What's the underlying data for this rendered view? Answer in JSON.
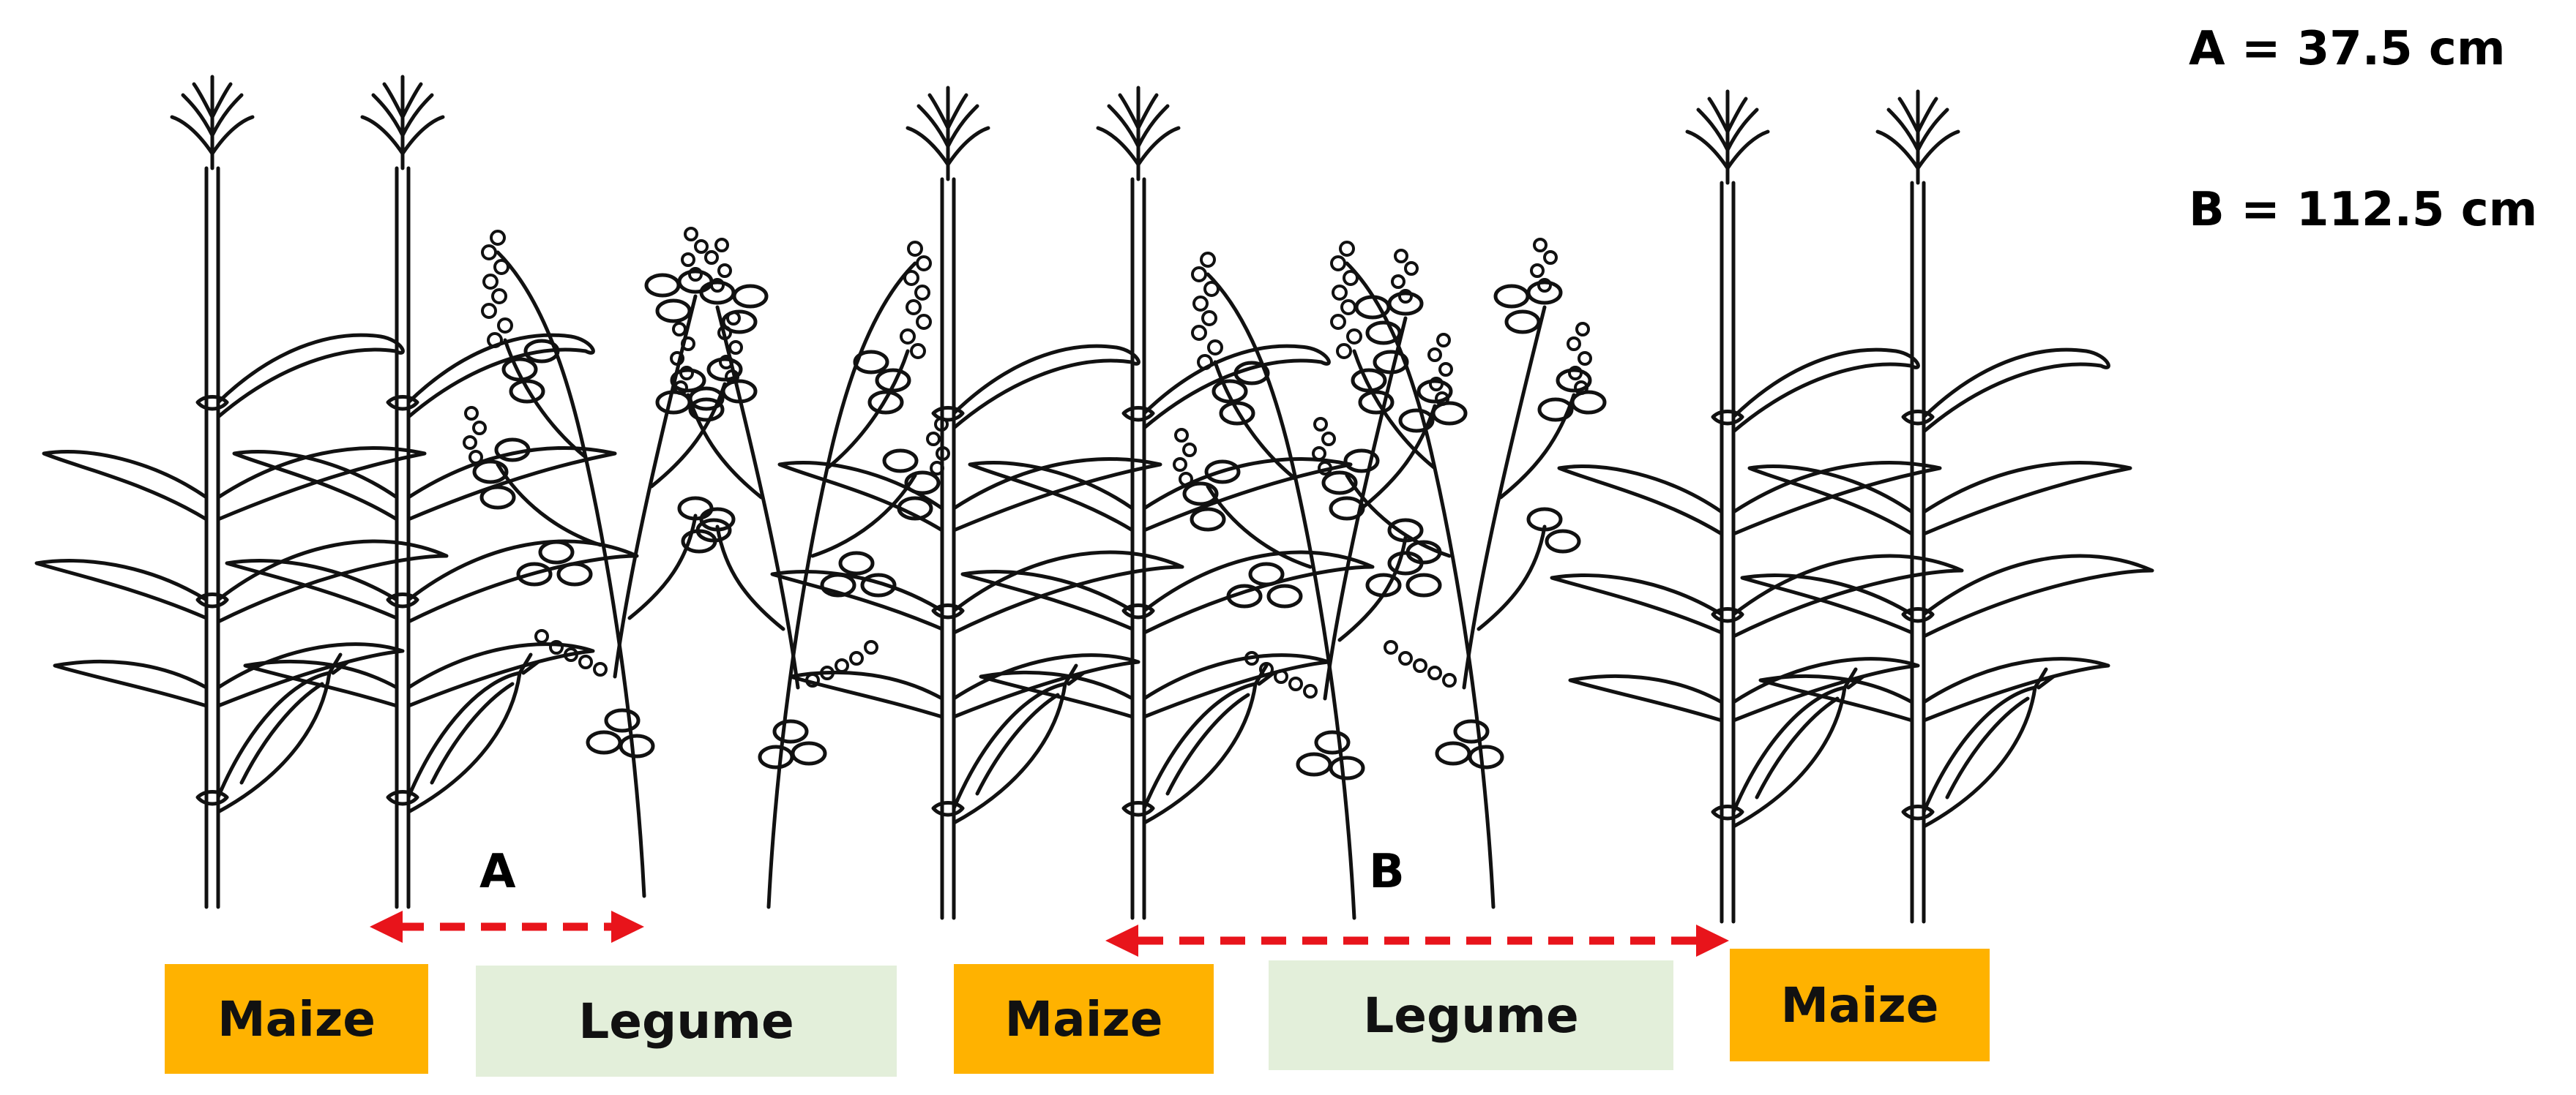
{
  "legend": {
    "a_text": "A = 37.5 cm",
    "b_text": "B = 112.5 cm"
  },
  "dimensions": {
    "a_letter": "A",
    "b_letter": "B",
    "arrow_color": "#E8141B"
  },
  "rows": [
    {
      "label": "Maize",
      "kind": "maize"
    },
    {
      "label": "Legume",
      "kind": "legume"
    },
    {
      "label": "Maize",
      "kind": "maize"
    },
    {
      "label": "Legume",
      "kind": "legume"
    },
    {
      "label": "Maize",
      "kind": "maize"
    }
  ],
  "colors": {
    "maize_box": "#FFB200",
    "legume_box": "#E3EFDA",
    "ink": "#111111"
  },
  "icons": [
    "maize-plant-icon",
    "legume-plant-icon"
  ]
}
